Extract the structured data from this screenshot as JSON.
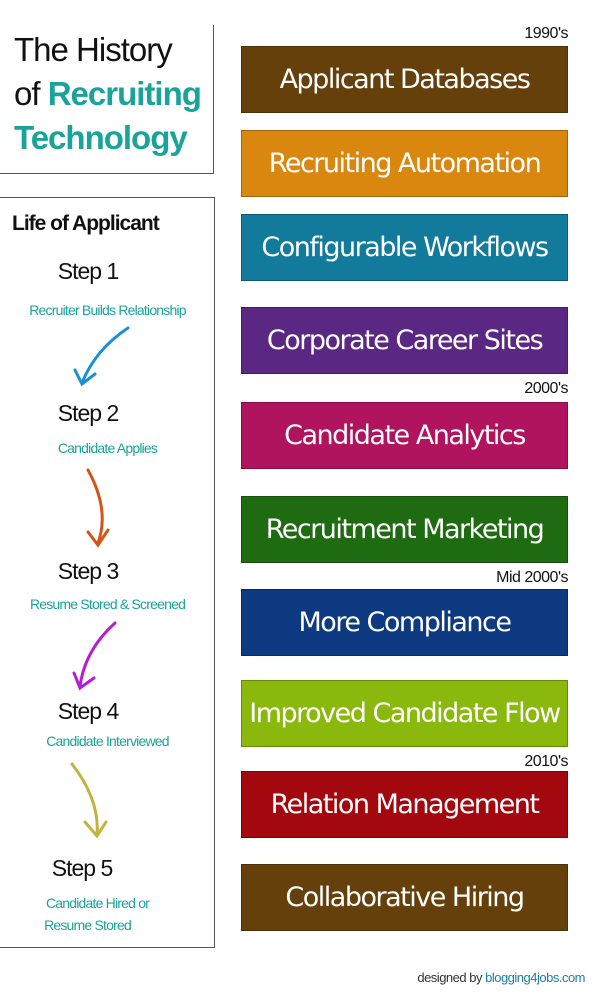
{
  "title": {
    "line1": "The History",
    "line2_plain": "of",
    "line2_accent": "Recruiting",
    "line3": "Technology"
  },
  "life": {
    "title": "Life of Applicant",
    "steps": [
      {
        "label": "Step 1",
        "desc": "Recruiter Builds Relationship",
        "arrow_color": "#1b8fd6"
      },
      {
        "label": "Step 2",
        "desc": "Candidate Applies",
        "arrow_color": "#d2561a"
      },
      {
        "label": "Step 3",
        "desc": "Resume Stored & Screened",
        "arrow_color": "#b31ed0"
      },
      {
        "label": "Step 4",
        "desc": "Candidate Interviewed",
        "arrow_color": "#c3b23b"
      },
      {
        "label": "Step 5",
        "desc1": "Candidate Hired or",
        "desc2": "Resume Stored"
      }
    ]
  },
  "eras": [
    "1990's",
    "2000's",
    "Mid 2000's",
    "2010's"
  ],
  "timeline": [
    {
      "label": "Applicant Databases",
      "color": "#66400a"
    },
    {
      "label": "Recruiting Automation",
      "color": "#d9870f"
    },
    {
      "label": "Configurable Workflows",
      "color": "#127b9c"
    },
    {
      "label": "Corporate Career Sites",
      "color": "#5a2882"
    },
    {
      "label": "Candidate Analytics",
      "color": "#b0145e"
    },
    {
      "label": "Recruitment Marketing",
      "color": "#1f6b12"
    },
    {
      "label": "More Compliance",
      "color": "#0d3a80"
    },
    {
      "label": "Improved Candidate Flow",
      "color": "#8ab80d"
    },
    {
      "label": "Relation Management",
      "color": "#a3080f"
    },
    {
      "label": "Collaborative Hiring",
      "color": "#66400a"
    }
  ],
  "footer": {
    "prefix": "designed by",
    "brand": "blogging4jobs.com"
  }
}
